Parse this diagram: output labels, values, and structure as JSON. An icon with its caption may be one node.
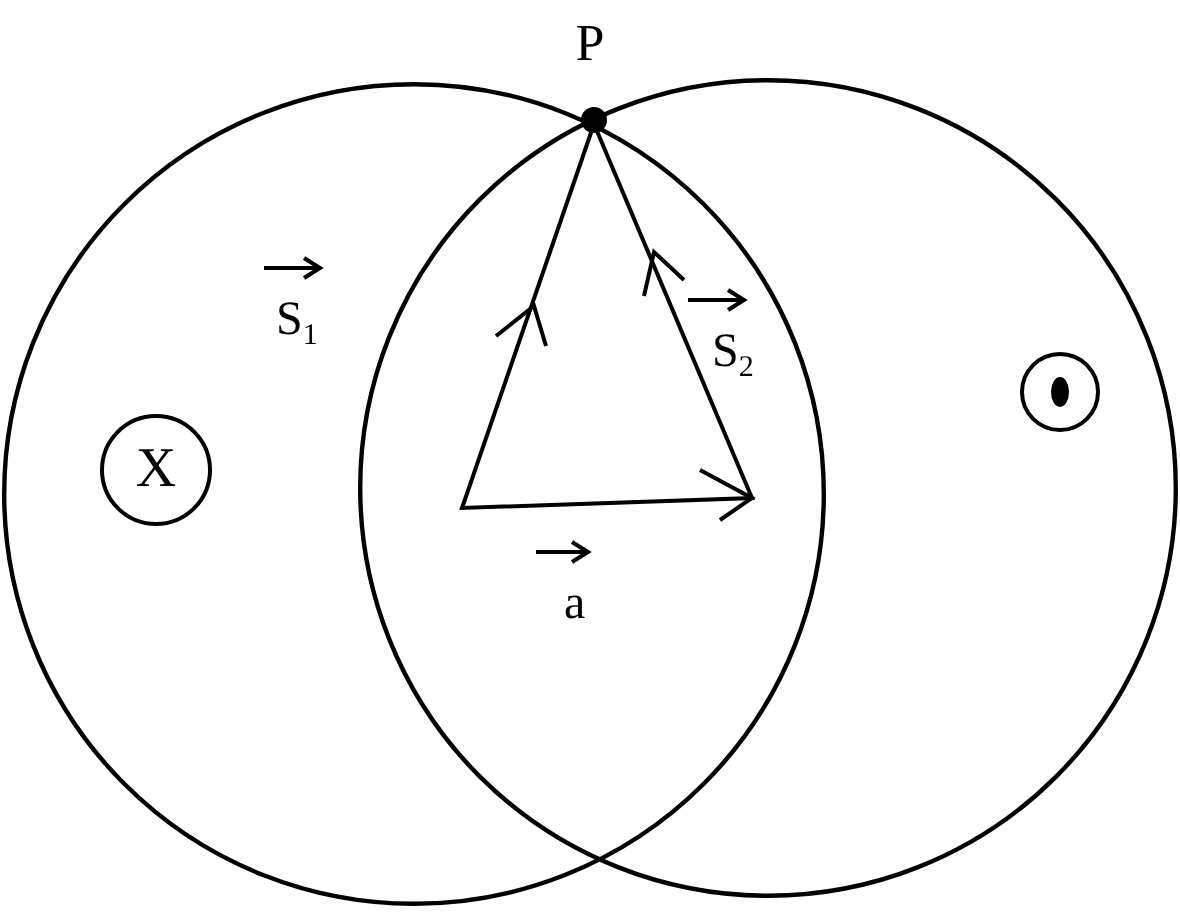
{
  "diagram": {
    "nodes": [
      {
        "text": [],
        "shape": "circle"
      },
      {
        "text": [],
        "shape": "circle"
      },
      {
        "text": [
          "P"
        ]
      },
      {
        "text": [
          "X"
        ],
        "in": 0
      },
      {
        "text": [],
        "shape": "circle",
        "in": 1
      }
    ],
    "labels": [
      "S$_{1}$",
      "S$_{2}$",
      "a"
    ]
  }
}
